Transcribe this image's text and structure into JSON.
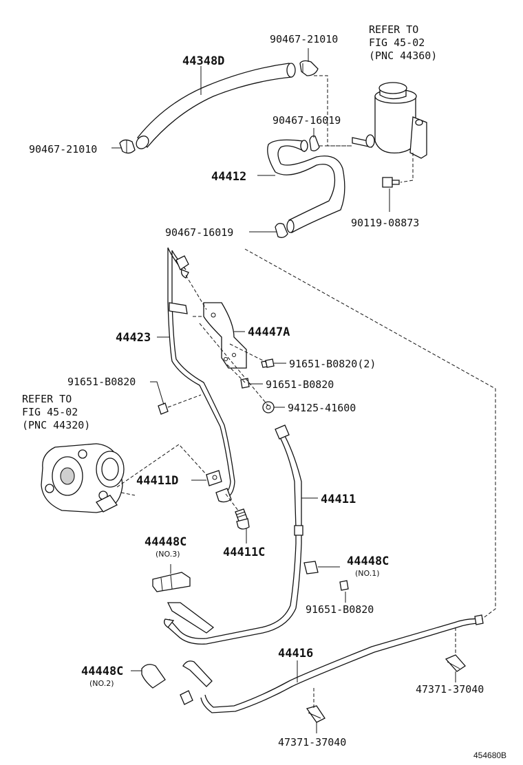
{
  "refer_reservoir": {
    "line1": "REFER TO",
    "line2": "FIG 45-02",
    "line3": "(PNC 44360)"
  },
  "refer_pump": {
    "line1": "REFER TO",
    "line2": "FIG 45-02",
    "line3": "(PNC 44320)"
  },
  "labels": {
    "hose_44348D": "44348D",
    "clamp_top_right": "90467-21010",
    "clamp_left": "90467-21010",
    "clamp_mid": "90467-16019",
    "hose_44412": "44412",
    "clamp_lower": "90467-16019",
    "bolt_90119": "90119-08873",
    "tube_44423": "44423",
    "bracket_44447A": "44447A",
    "bolt_b0820_2": "91651-B0820(2)",
    "bolt_b0820_mid": "91651-B0820",
    "bolt_b0820_left": "91651-B0820",
    "nut_94125": "94125-41600",
    "fitting_44411D": "44411D",
    "hose_44411": "44411",
    "union_44411C": "44411C",
    "clamp_44448C_no3": "44448C",
    "clamp_44448C_no1": "44448C",
    "bolt_b0820_lower": "91651-B0820",
    "tube_44416": "44416",
    "clamp_44448C_no2": "44448C",
    "clip_47371_right": "47371-37040",
    "clip_47371_bottom": "47371-37040"
  },
  "notes": {
    "no3": "(NO.3)",
    "no1": "(NO.1)",
    "no2": "(NO.2)"
  },
  "diagram_id": "454680B"
}
